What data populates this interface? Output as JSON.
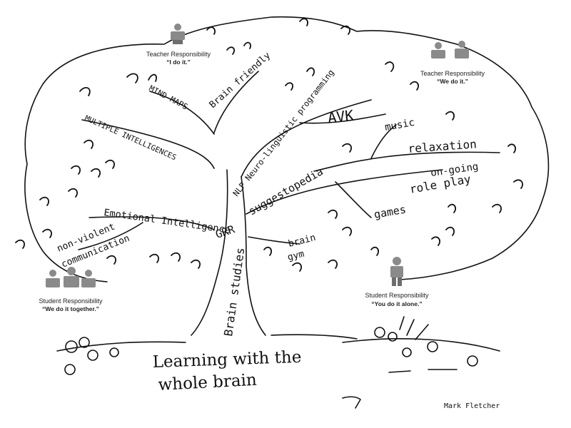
{
  "diagram": {
    "title_line1": "Learning with the",
    "title_line2": "whole brain",
    "trunk_label": "Brain studies",
    "junction_label": "GRR",
    "branches": {
      "mind_maps": "MIND MAPS",
      "brain_friendly": "Brain friendly",
      "multiple_intelligences": "MULTIPLE INTELLIGENCES",
      "nlp": "NLP Neuro-linguistic programming",
      "avk": "AVK",
      "music": "music",
      "relaxation": "relaxation",
      "suggestopedia": "suggestopedia",
      "ongoing_role_play_1": "on-going",
      "ongoing_role_play_2": "role play",
      "games": "games",
      "emotional_intelligence": "Emotional Intelligence",
      "nonviolent_1": "non-violent",
      "nonviolent_2": "communication",
      "brain_gym_1": "brain",
      "brain_gym_2": "gym"
    },
    "responsibility": {
      "top_left_title": "Teacher Responsibility",
      "top_left_sub": "“I do it.”",
      "top_right_title": "Teacher Responsibility",
      "top_right_sub": "“We do it.”",
      "bottom_left_title": "Student Responsibility",
      "bottom_left_sub": "“We do it together.”",
      "bottom_right_title": "Student Responsibility",
      "bottom_right_sub": "“You do it alone.”"
    },
    "signature": "Mark Fletcher"
  }
}
